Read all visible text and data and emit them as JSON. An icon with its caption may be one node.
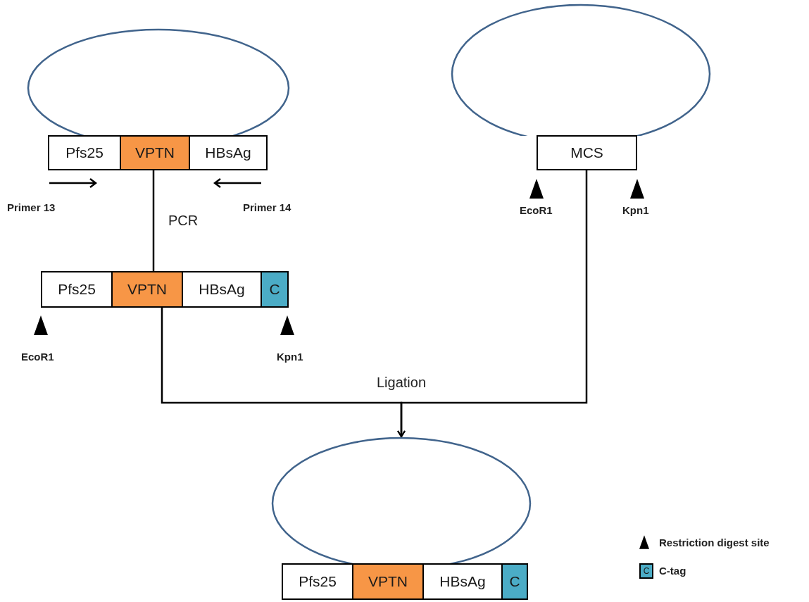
{
  "diagram": {
    "nodes": [
      {
        "text": [],
        "shape": "ellipse"
      },
      {
        "text": [],
        "shape": "box"
      },
      {
        "text": [
          "Pfs25"
        ],
        "in": 1
      },
      {
        "text": [
          "VPTN"
        ],
        "in": 1
      },
      {
        "text": [
          "HBsAg"
        ],
        "in": 1
      },
      {
        "text": [],
        "shape": "ellipse"
      },
      {
        "text": [
          "MCS"
        ]
      },
      {
        "text": [],
        "shape": "box"
      },
      {
        "text": [
          "Pfs25"
        ],
        "in": 7
      },
      {
        "text": [
          "VPTN"
        ],
        "in": 7
      },
      {
        "text": [
          "HBsAg"
        ],
        "in": 7
      },
      {
        "text": [
          "C"
        ],
        "in": 7
      },
      {
        "text": [],
        "shape": "ellipse"
      },
      {
        "text": [],
        "shape": "box"
      },
      {
        "text": [
          "Pfs25"
        ],
        "in": 13
      },
      {
        "text": [
          "VPTN"
        ],
        "in": 13
      },
      {
        "text": [
          "HBsAg"
        ],
        "in": 13
      },
      {
        "text": [
          "C"
        ],
        "in": 13
      }
    ],
    "edges": [
      {
        "from": 1,
        "to": 7,
        "arrow": "none",
        "label": "PCR"
      },
      {
        "from": 7,
        "to": 12,
        "arrow": "to",
        "label": "Ligation"
      },
      {
        "from": 6,
        "to": 12,
        "arrow": "to"
      }
    ],
    "labels": [
      "Primer 13",
      "Primer 14",
      "EcoR1",
      "Kpn1",
      "EcoR1",
      "Kpn1",
      "C"
    ],
    "legend": [
      {
        "text": "Restriction digest site"
      },
      {
        "text": "C-tag",
        "color": "#4bacc6"
      }
    ]
  }
}
